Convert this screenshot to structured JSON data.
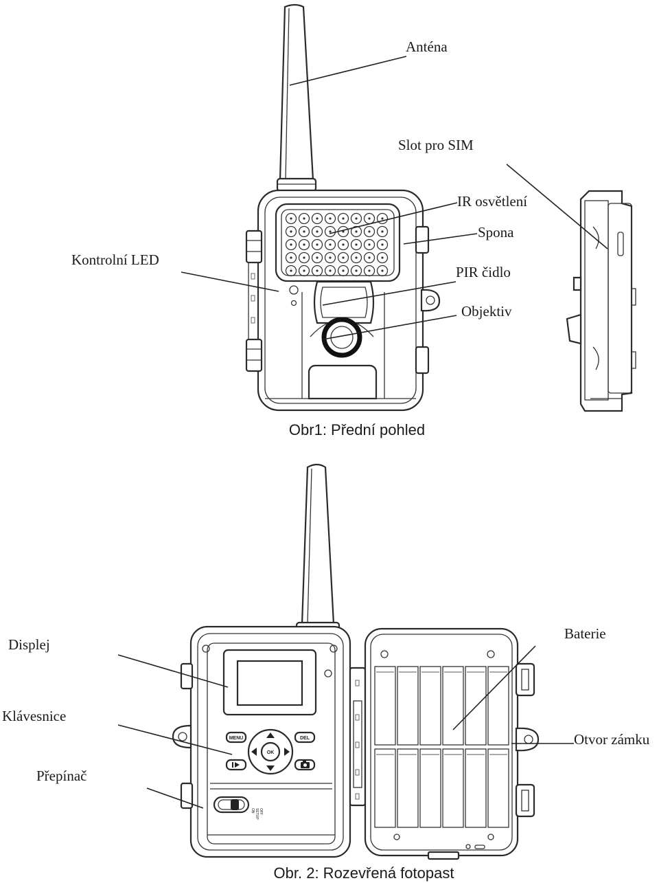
{
  "figure1": {
    "caption": "Obr1: Přední pohled",
    "labels": {
      "antenna": "Anténa",
      "sim_slot": "Slot pro SIM",
      "ir_illumination": "IR osvětlení",
      "clip": "Spona",
      "control_led": "Kontrolní LED",
      "pir_sensor": "PIR čidlo",
      "lens": "Objektiv"
    }
  },
  "figure2": {
    "caption": "Obr. 2: Rozevřená fotopast",
    "labels": {
      "display": "Displej",
      "battery": "Baterie",
      "keypad": "Klávesnice",
      "lock_hole": "Otvor zámku",
      "switch": "Přepínač"
    },
    "buttons": {
      "menu": "MENU",
      "del": "DEL",
      "ok": "OK"
    },
    "switch_positions": [
      "ON",
      "SETUP",
      "OFF"
    ]
  }
}
